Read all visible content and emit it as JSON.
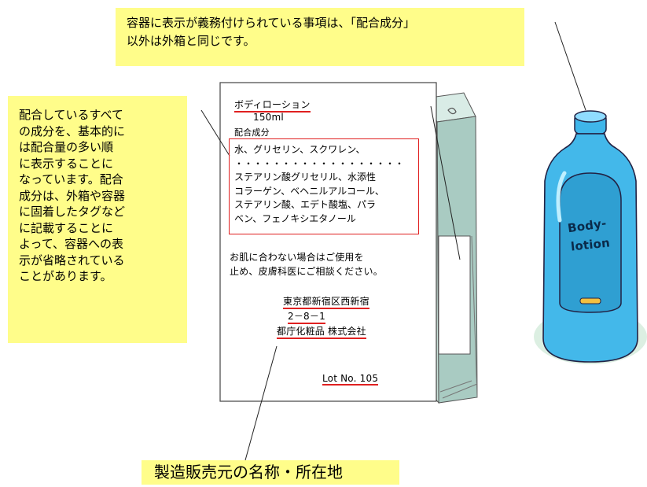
{
  "top_note": {
    "line1": "容器に表示が義務付けられている事項は、「配合成分」",
    "line2": "以外は外箱と同じです。"
  },
  "left_note": {
    "lines": [
      "配合しているすべて",
      "の成分を、基本的に",
      "は配合量の多い順",
      "に表示することに",
      "なっています。配合",
      "成分は、外箱や容器",
      "に固着したタグなど",
      "に記載することに",
      "よって、容器への表",
      "示が省略されている",
      "ことがあります。"
    ]
  },
  "bottom_note": {
    "text": "製造販売元の名称・所在地"
  },
  "label_card": {
    "product_name": "ボディローション",
    "volume": "150ml",
    "ingredients_heading": "配合成分",
    "ingredients": [
      "水、グリセリン、スクワレン、",
      "・・・・・・・・・・・・・・・・・・",
      "ステアリン酸グリセリル、水添性",
      "コラーゲン、ベヘニルアルコール、",
      "ステアリン酸、エデト酸塩、パラ",
      "ベン、フェノキシエタノール"
    ],
    "caution_line1": "お肌に合わない場合はご使用を",
    "caution_line2": "止め、皮膚科医にご相談ください。",
    "address_line1": "東京都新宿区西新宿",
    "address_line2": "2－8－1",
    "company": "都庁化粧品 株式会社",
    "lot": "Lot No. 105"
  },
  "bottle": {
    "label_line1": "Body-",
    "label_line2": "lotion"
  },
  "colors": {
    "note_bg": "#fffd8a",
    "bottle_blue": "#3fb6ea",
    "box_teal": "#b8d4cc",
    "underline_red": "#e02020"
  }
}
